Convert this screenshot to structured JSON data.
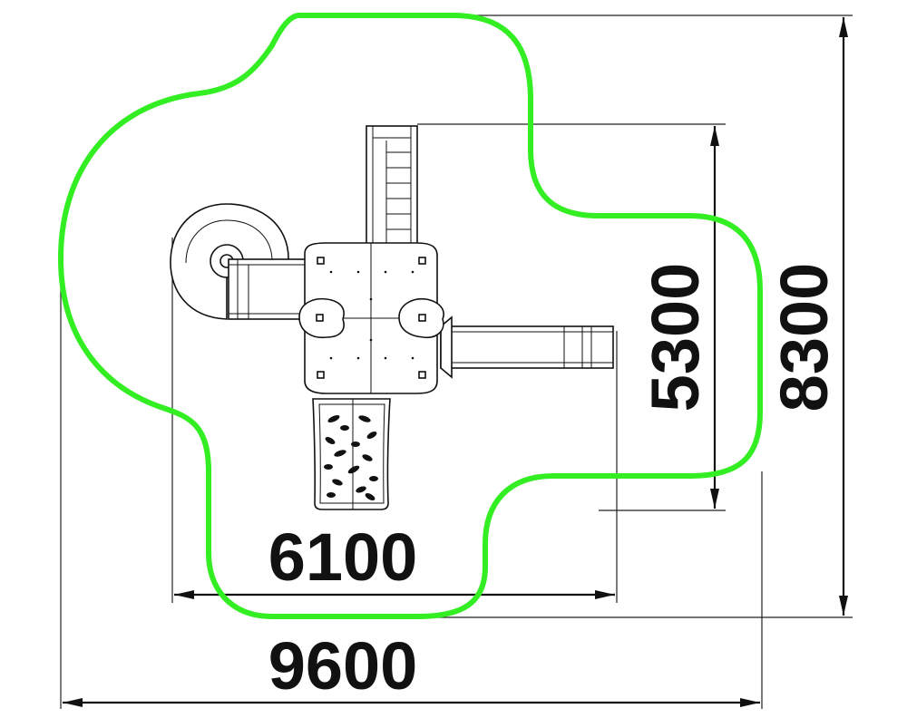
{
  "diagram": {
    "dimensions": {
      "inner_width": "6100",
      "outer_width": "9600",
      "inner_height": "5300",
      "outer_height": "8300"
    },
    "colors": {
      "safety_zone": "#33ee22",
      "lines": "#111111",
      "background": "#ffffff"
    }
  }
}
